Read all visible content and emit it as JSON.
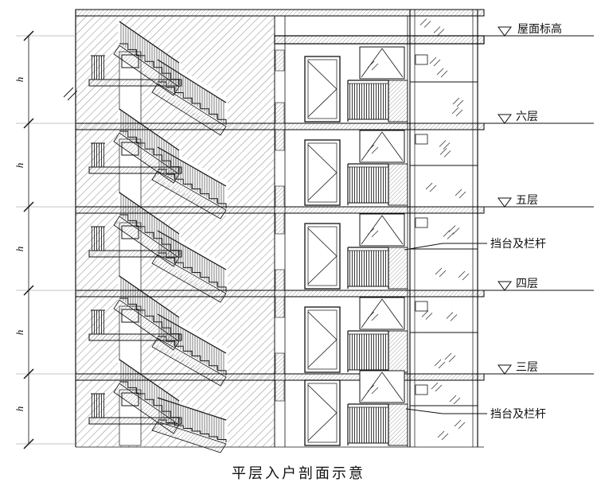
{
  "title": "平层入户剖面示意",
  "dimensions": {
    "height_labels": [
      "h",
      "h",
      "h",
      "h",
      "h"
    ]
  },
  "annotations": {
    "roof": "屋面标高",
    "floor6": "六层",
    "floor5": "五层",
    "railing_upper": "挡台及栏杆",
    "floor4": "四层",
    "floor3": "三层",
    "railing_lower": "挡台及栏杆"
  },
  "colors": {
    "line": "#111111",
    "hatch": "#555555"
  }
}
